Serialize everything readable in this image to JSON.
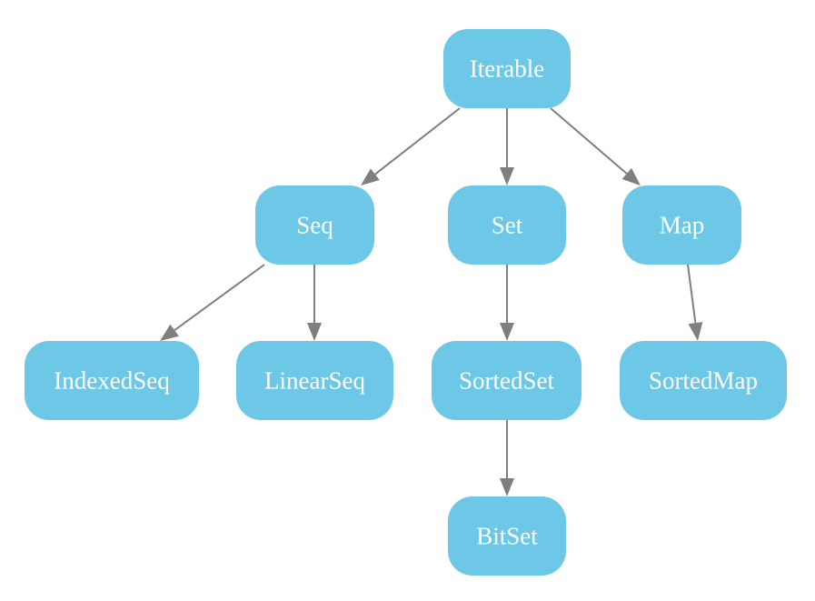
{
  "colors": {
    "node_fill": "#6cc8e6",
    "node_text": "#ffffff",
    "edge": "#7f7f7f",
    "background": "#ffffff"
  },
  "nodes": [
    {
      "id": "iterable",
      "label": "Iterable"
    },
    {
      "id": "seq",
      "label": "Seq"
    },
    {
      "id": "set",
      "label": "Set"
    },
    {
      "id": "map",
      "label": "Map"
    },
    {
      "id": "indexedseq",
      "label": "IndexedSeq"
    },
    {
      "id": "linearseq",
      "label": "LinearSeq"
    },
    {
      "id": "sortedset",
      "label": "SortedSet"
    },
    {
      "id": "sortedmap",
      "label": "SortedMap"
    },
    {
      "id": "bitset",
      "label": "BitSet"
    }
  ],
  "edges": [
    {
      "from": "iterable",
      "to": "seq"
    },
    {
      "from": "iterable",
      "to": "set"
    },
    {
      "from": "iterable",
      "to": "map"
    },
    {
      "from": "seq",
      "to": "indexedseq"
    },
    {
      "from": "seq",
      "to": "linearseq"
    },
    {
      "from": "set",
      "to": "sortedset"
    },
    {
      "from": "map",
      "to": "sortedmap"
    },
    {
      "from": "sortedset",
      "to": "bitset"
    }
  ]
}
